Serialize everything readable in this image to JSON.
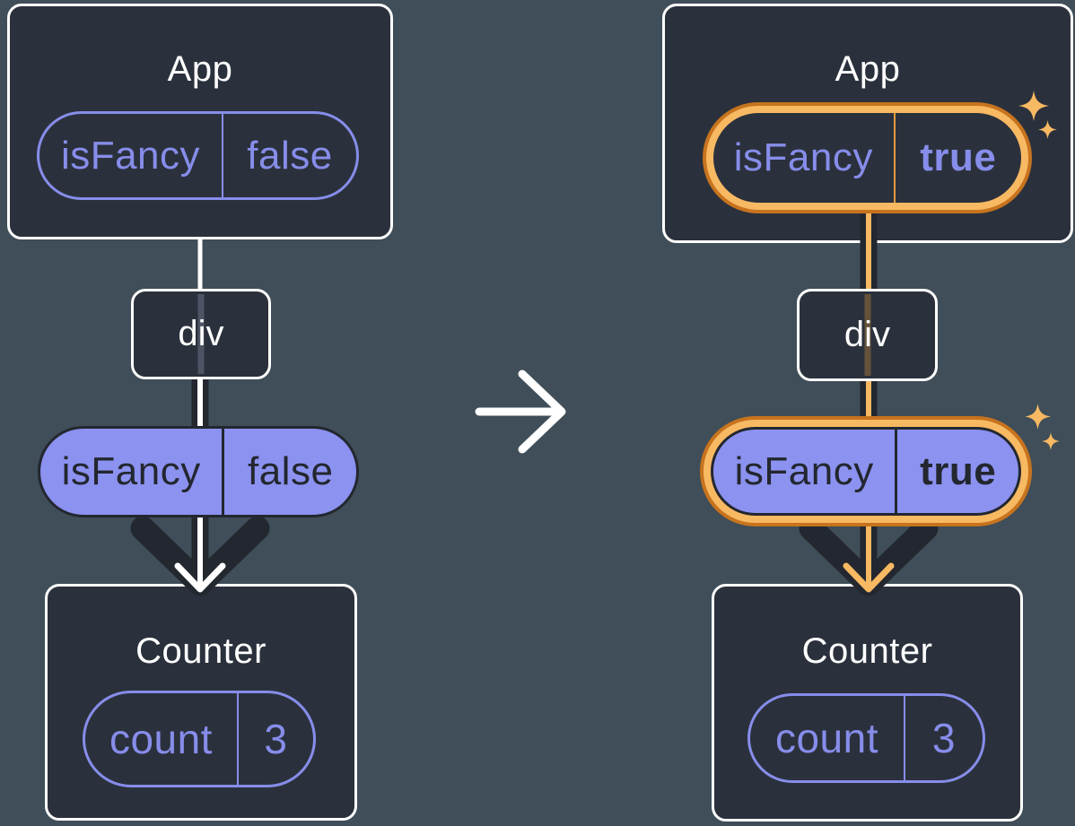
{
  "colors": {
    "bg": "#3F4E58",
    "card": "#2B313C",
    "dark": "#23272F",
    "white": "#FFFFFF",
    "purple": "#878DEA",
    "purple_fill": "#8C92F0",
    "orange_light": "#F8B963",
    "orange_mid": "#E0993B",
    "orange_dark": "#C7731E"
  },
  "icons": {
    "sparkle_icon": "✦",
    "transition_arrow_icon": "→"
  },
  "left": {
    "app": {
      "title": "App",
      "state": {
        "name": "isFancy",
        "value": "false"
      }
    },
    "div": {
      "label": "div"
    },
    "prop": {
      "name": "isFancy",
      "value": "false"
    },
    "counter": {
      "title": "Counter",
      "state": {
        "name": "count",
        "value": "3"
      }
    }
  },
  "right": {
    "app": {
      "title": "App",
      "state": {
        "name": "isFancy",
        "value": "true"
      }
    },
    "div": {
      "label": "div"
    },
    "prop": {
      "name": "isFancy",
      "value": "true"
    },
    "counter": {
      "title": "Counter",
      "state": {
        "name": "count",
        "value": "3"
      }
    }
  }
}
